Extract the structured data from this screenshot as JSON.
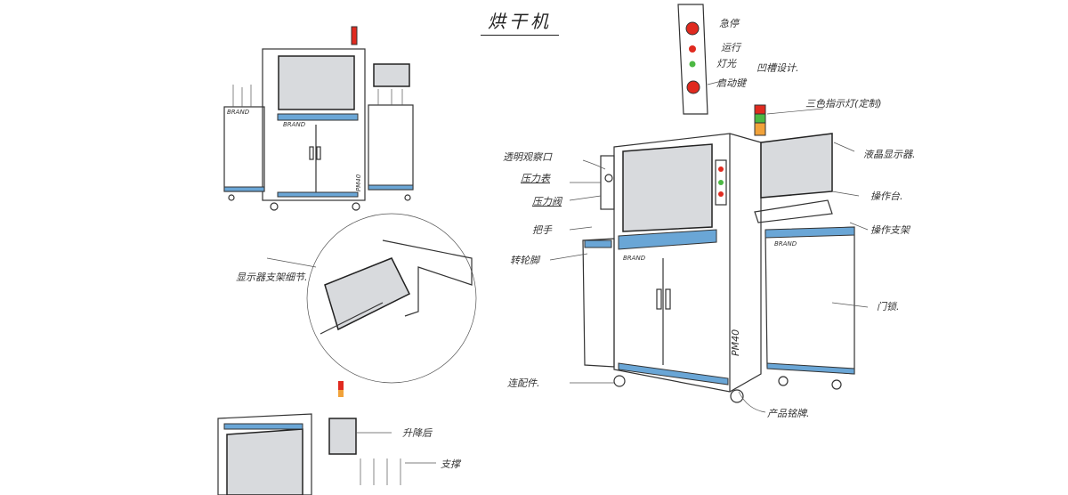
{
  "title": "烘干机",
  "brand_text": "BRAND",
  "model_text": "PM40",
  "colors": {
    "accent_blue": "#6aa6d6",
    "signal_red": "#e02a1f",
    "signal_green": "#4cb843",
    "ink": "#333333"
  },
  "panel_labels": [
    "急停",
    "运行",
    "灯光",
    "启动键"
  ],
  "annotations": {
    "groove": "凹槽设计.",
    "tower_light": "三色指示灯(定制)",
    "window": "透明观察口",
    "gauge": "压力表",
    "valve": "压力阀",
    "handle": "把手",
    "caster": "转轮脚",
    "monitor": "液晶显示器.",
    "console": "操作台.",
    "bracket": "操作支架",
    "lock": "门锁.",
    "detail": "显示器支架细节.",
    "fitting": "连配件.",
    "nameplate": "产品铭牌.",
    "lift": "升降后",
    "support": "支撑"
  }
}
